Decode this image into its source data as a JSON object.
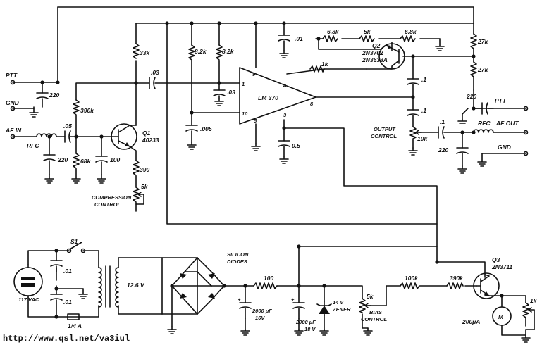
{
  "labels": {
    "ptt_left": "PTT",
    "gnd_left": "GND",
    "af_in": "AF IN",
    "rfc_in": "RFC",
    "c220_in_top": "220",
    "c05_in": ".05",
    "r390k": "390k",
    "r68k": "68k",
    "c220_in_bot": "220",
    "c100": "100",
    "q1_name": "Q1",
    "q1_part": "40233",
    "r390": "390",
    "r5k_comp": "5k",
    "comp_ctrl_1": "COMPRESSION",
    "comp_ctrl_2": "CONTROL",
    "r33k": "33k",
    "c03_top": ".03",
    "r82k_a": "8.2k",
    "r82k_b": "8.2k",
    "c03": ".03",
    "c005": ".005",
    "c01_top": ".01",
    "lm_name": "LM 370",
    "pin9": "9",
    "pin1": "1",
    "pin10": "10",
    "pin5": "5",
    "pin4": "4",
    "pin3": "3",
    "pin8": "8",
    "c05_pin": "0.5",
    "r1k": "1k",
    "r68k_a": "6.8k",
    "r5k_q2": "5k",
    "r68k_b": "6.8k",
    "q2_name": "Q2",
    "q2_part1": "2N3702",
    "q2_part2": "2N3638A",
    "r27k_a": "27k",
    "r27k_b": "27k",
    "c1_a": ".1",
    "c1_b": ".1",
    "c1_c": ".1",
    "out_ctrl_1": "OUTPUT",
    "out_ctrl_2": "CONTROL",
    "r10k": "10k",
    "c220_out_top": "220",
    "ptt_right": "PTT",
    "af_out": "AF OUT",
    "rfc_out": "RFC",
    "c220_out_bot": "220",
    "gnd_right": "GND",
    "s1": "S1",
    "v117": "117 VAC",
    "c01_a": ".01",
    "c01_b": ".01",
    "fuse": "1/4 A",
    "v126": "12.6 V",
    "diodes_1": "SILICON",
    "diodes_2": "DIODES",
    "r100": "100",
    "cap_2000a_1": "2000 μF",
    "cap_2000a_2": "16V",
    "cap_2000b_1": "2000 μF",
    "cap_2000b_2": "18 V",
    "zener_1": "14 V",
    "zener_2": "ZENER",
    "r5k_bias": "5k",
    "bias_1": "BIAS",
    "bias_2": "CONTROL",
    "r100k": "100k",
    "r390k_q3": "390k",
    "q3_name": "Q3",
    "q3_part": "2N3711",
    "r1k_m": "1k",
    "meter_val": "200μA",
    "meter_sym": "M",
    "url": "http://www.qsl.net/va3iul"
  }
}
